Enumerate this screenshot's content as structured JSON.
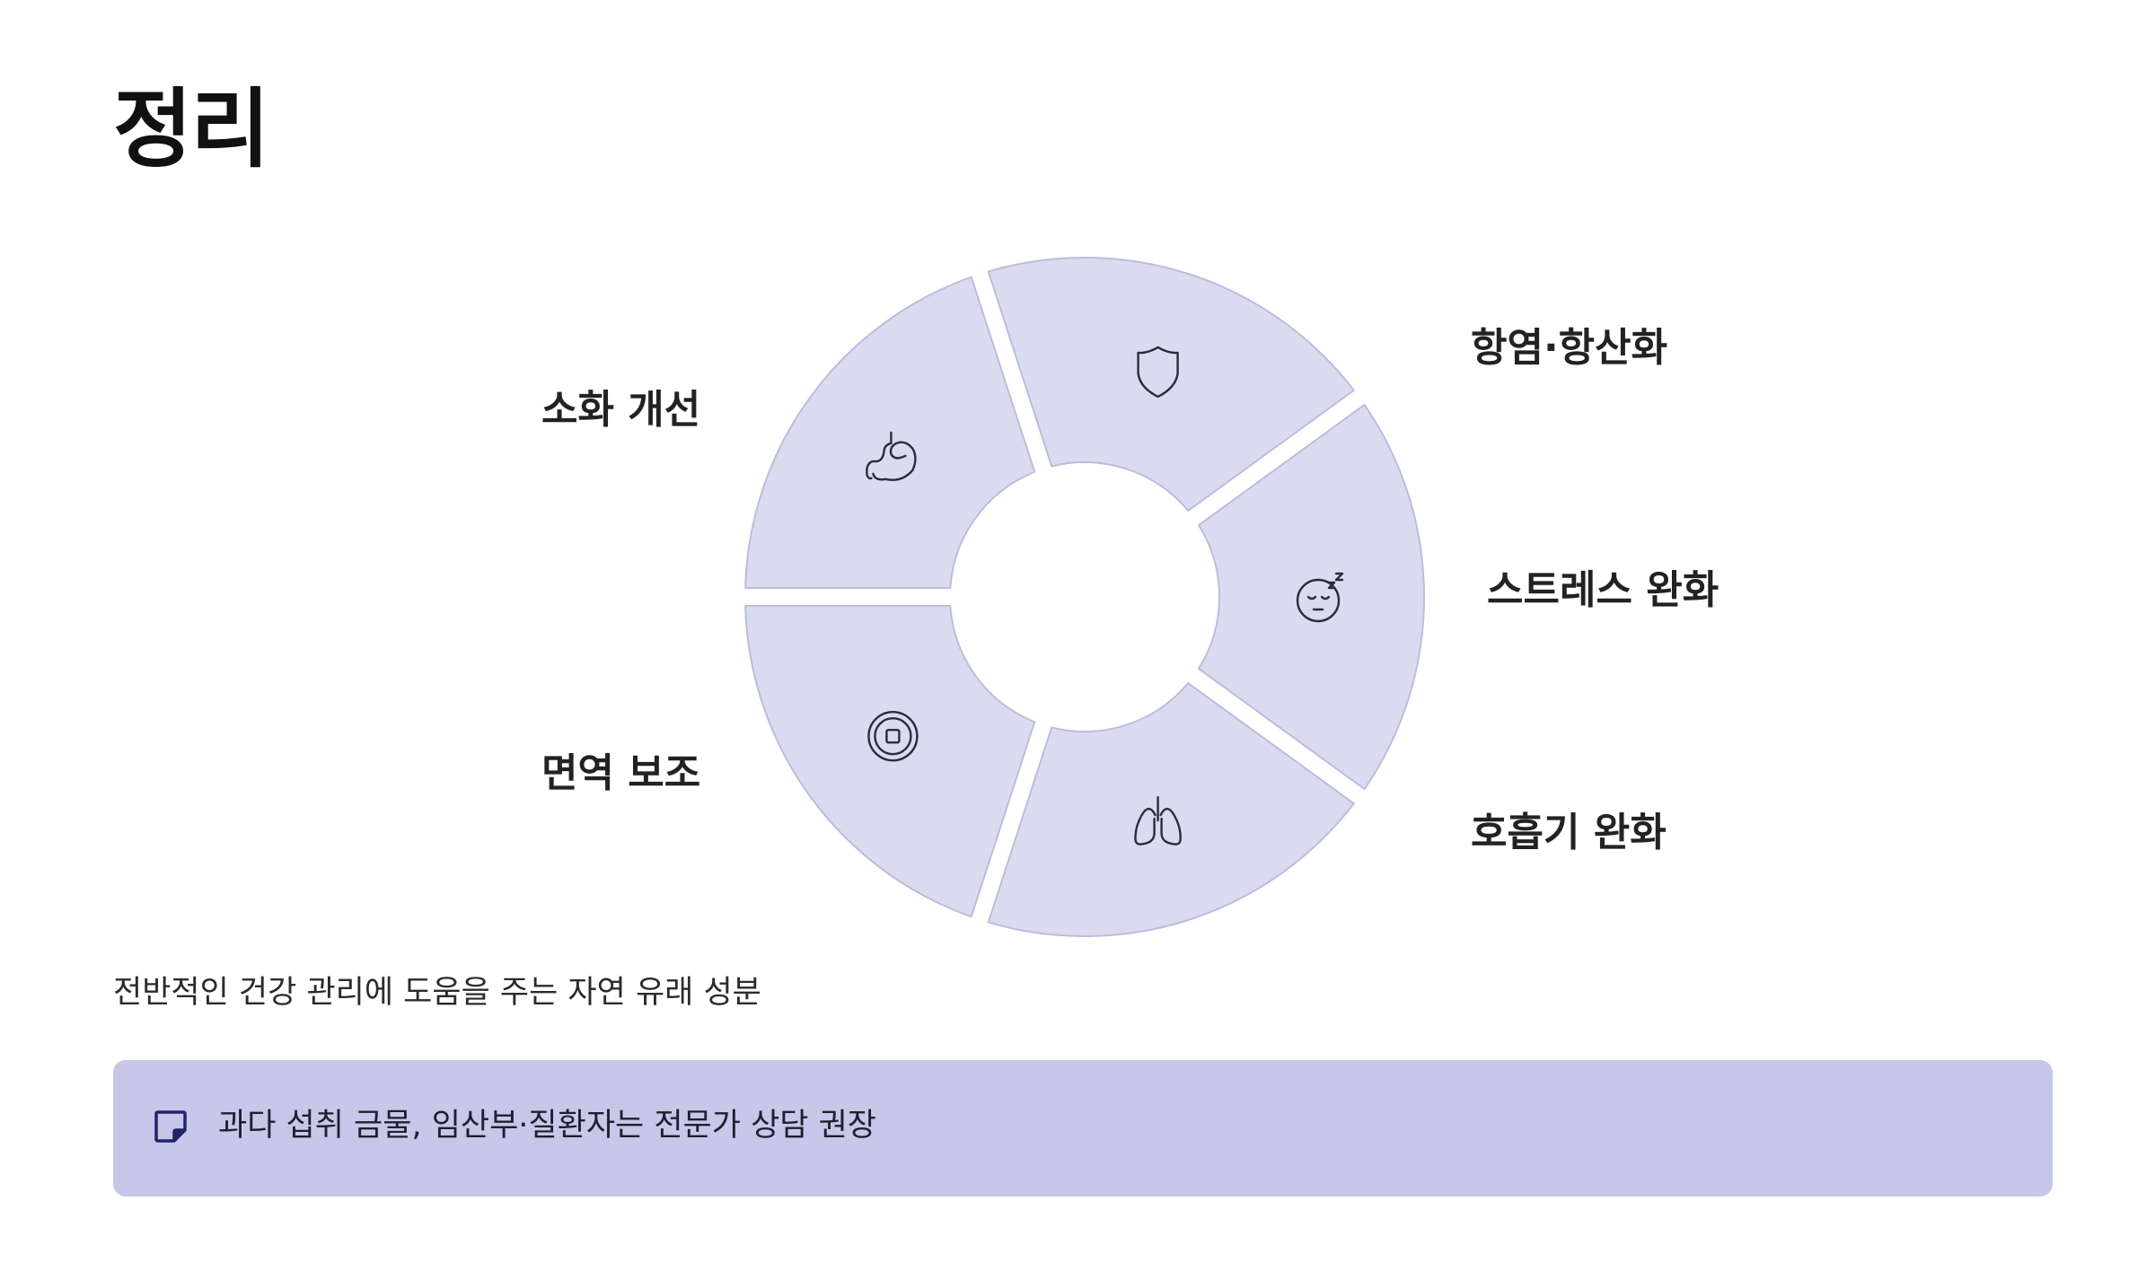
{
  "title": "정리",
  "colors": {
    "segment_fill": "#dbdbf0",
    "segment_stroke": "#bcbcdc",
    "icon_stroke": "#2b2b3a",
    "note_background": "#c6c7e9",
    "note_icon": "#23236b"
  },
  "diagram": {
    "segments": [
      {
        "label": "항염·항산화",
        "icon": "shield-icon"
      },
      {
        "label": "스트레스 완화",
        "icon": "sleeping-face-icon"
      },
      {
        "label": "호흡기 완화",
        "icon": "lungs-icon"
      },
      {
        "label": "면역 보조",
        "icon": "cell-icon"
      },
      {
        "label": "소화 개선",
        "icon": "stomach-icon"
      }
    ]
  },
  "subtitle": "전반적인 건강 관리에 도움을 주는 자연 유래 성분",
  "note": {
    "icon": "sticky-note-icon",
    "text": "과다 섭취 금물, 임산부·질환자는 전문가 상담 권장"
  }
}
